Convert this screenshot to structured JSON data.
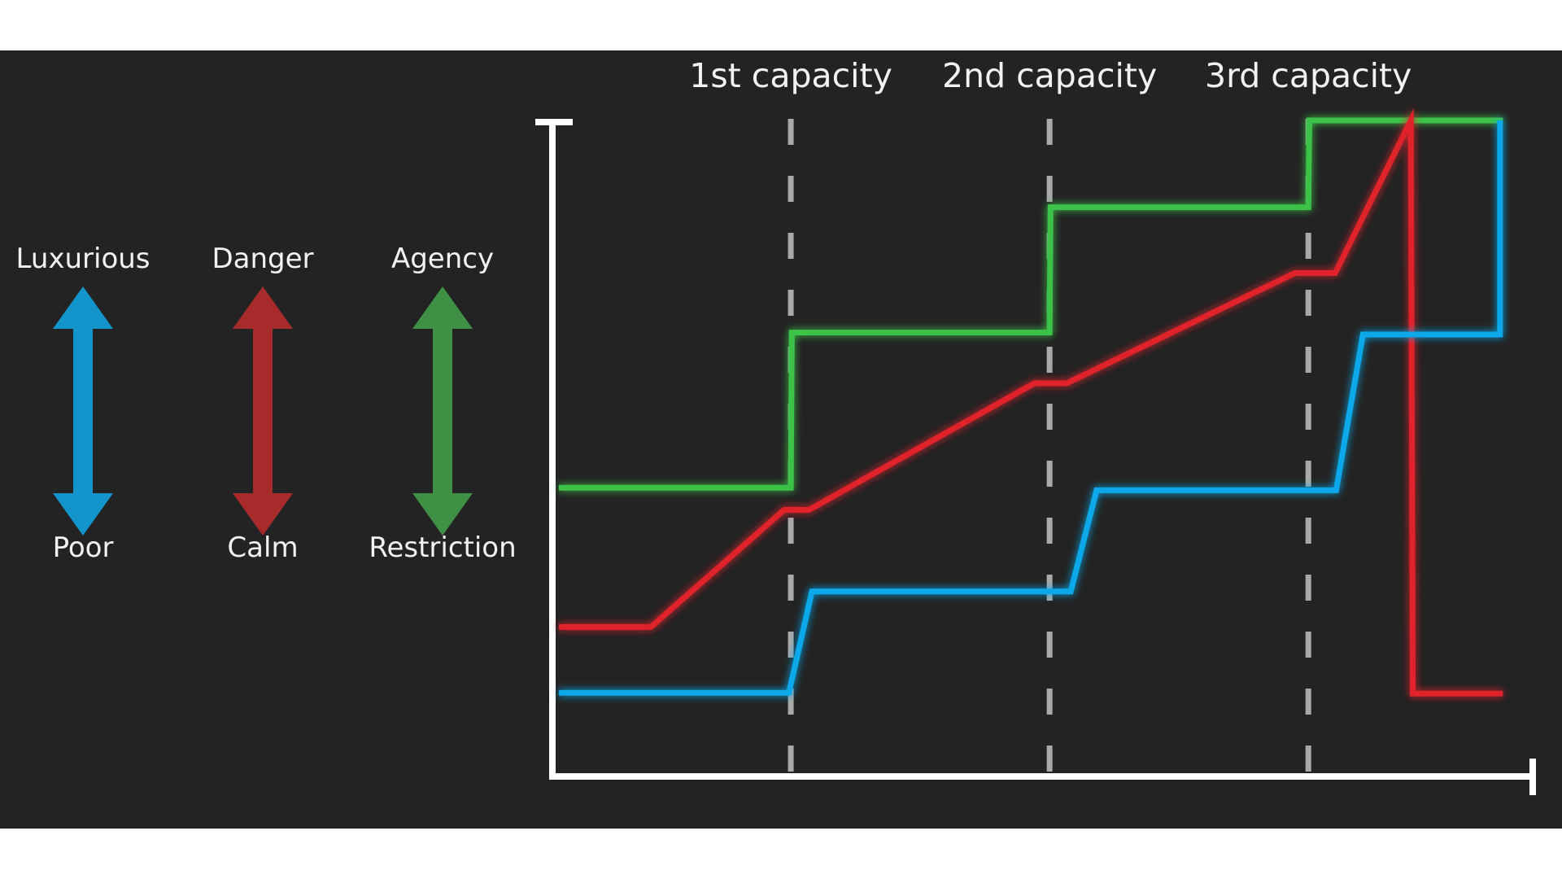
{
  "legend": [
    {
      "top": "Luxurious",
      "bottom": "Poor",
      "color": "#1395cc"
    },
    {
      "top": "Danger",
      "bottom": "Calm",
      "color": "#a82b2b"
    },
    {
      "top": "Agency",
      "bottom": "Restriction",
      "color": "#3f8f44"
    }
  ],
  "chart_data": {
    "type": "line",
    "title": "",
    "xlabel": "",
    "ylabel": "",
    "xlim": [
      0,
      100
    ],
    "ylim": [
      0,
      100
    ],
    "grid": false,
    "markers": [
      {
        "x": 24.2,
        "label": "1st capacity"
      },
      {
        "x": 51.2,
        "label": "2nd capacity"
      },
      {
        "x": 78.2,
        "label": "3rd capacity"
      }
    ],
    "series": [
      {
        "color": "#3ec24a",
        "points": [
          [
            0,
            42
          ],
          [
            24.2,
            42
          ],
          [
            24.3,
            66.5
          ],
          [
            51.2,
            66.5
          ],
          [
            51.3,
            86.3
          ],
          [
            78.2,
            86.3
          ],
          [
            78.3,
            100
          ],
          [
            98.5,
            100
          ]
        ]
      },
      {
        "color": "#e0222b",
        "points": [
          [
            0,
            20
          ],
          [
            9.6,
            20
          ],
          [
            23.5,
            38.5
          ],
          [
            26.1,
            38.5
          ],
          [
            49.6,
            58.5
          ],
          [
            53.0,
            58.5
          ],
          [
            76.8,
            75.9
          ],
          [
            81.0,
            75.9
          ],
          [
            88.9,
            100
          ],
          [
            89.1,
            9.5
          ],
          [
            98.5,
            9.5
          ]
        ]
      },
      {
        "color": "#10a8ea",
        "points": [
          [
            0,
            9.6
          ],
          [
            24.0,
            9.6
          ],
          [
            26.4,
            25.6
          ],
          [
            53.4,
            25.6
          ],
          [
            56.1,
            41.6
          ],
          [
            81.1,
            41.6
          ],
          [
            83.9,
            66.2
          ],
          [
            98.2,
            66.2
          ],
          [
            98.2,
            100
          ]
        ]
      }
    ]
  }
}
